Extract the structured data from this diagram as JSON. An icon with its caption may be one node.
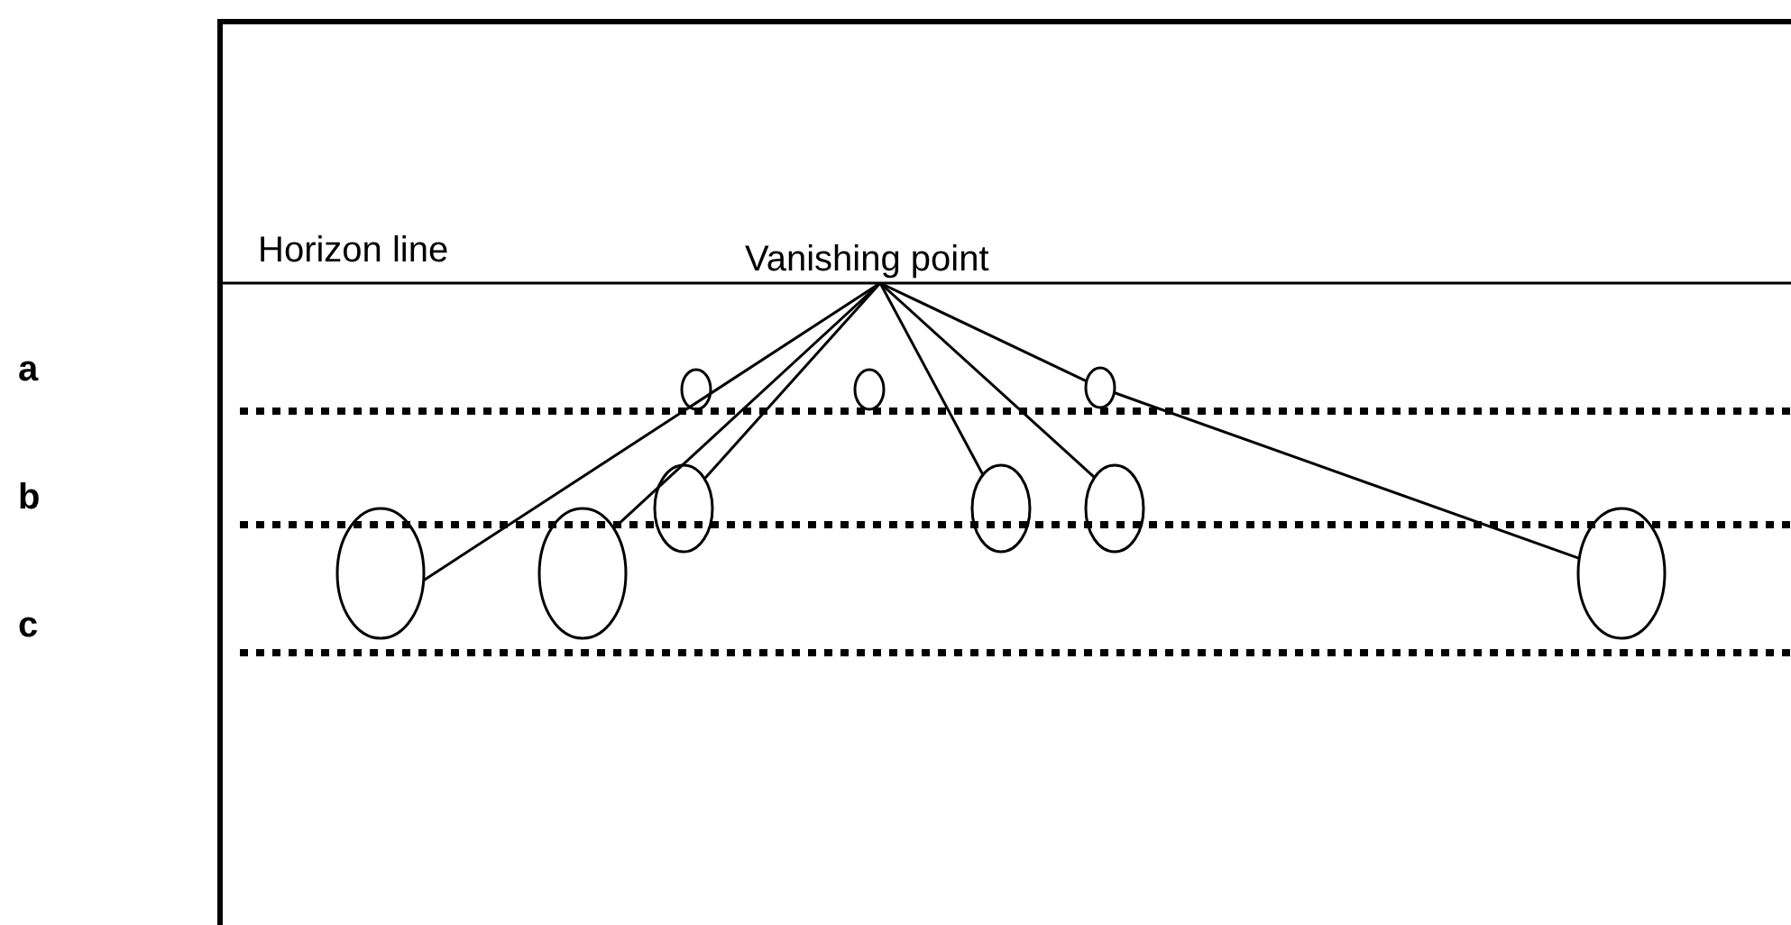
{
  "diagram": {
    "nodes": [
      {
        "text": [
          "Vanishing point"
        ]
      },
      {
        "text": [],
        "shape": "ellipse"
      },
      {
        "text": [],
        "shape": "ellipse"
      },
      {
        "text": [],
        "shape": "ellipse"
      },
      {
        "text": [],
        "shape": "ellipse"
      },
      {
        "text": [],
        "shape": "ellipse"
      },
      {
        "text": [],
        "shape": "ellipse"
      },
      {
        "text": [],
        "shape": "ellipse"
      },
      {
        "text": [],
        "shape": "ellipse"
      },
      {
        "text": [],
        "shape": "ellipse"
      }
    ],
    "edges": [
      {
        "from": 0,
        "to": 7,
        "arrow": "none"
      },
      {
        "from": 0,
        "to": 8,
        "arrow": "none"
      },
      {
        "from": 0,
        "to": 4,
        "arrow": "none"
      },
      {
        "from": 0,
        "to": 5,
        "arrow": "none"
      },
      {
        "from": 0,
        "to": 6,
        "arrow": "none"
      },
      {
        "from": 0,
        "to": 3,
        "arrow": "none"
      },
      {
        "from": 3,
        "to": 9,
        "arrow": "none"
      }
    ],
    "labels": [
      "Horizon line",
      "a",
      "b",
      "c"
    ]
  }
}
